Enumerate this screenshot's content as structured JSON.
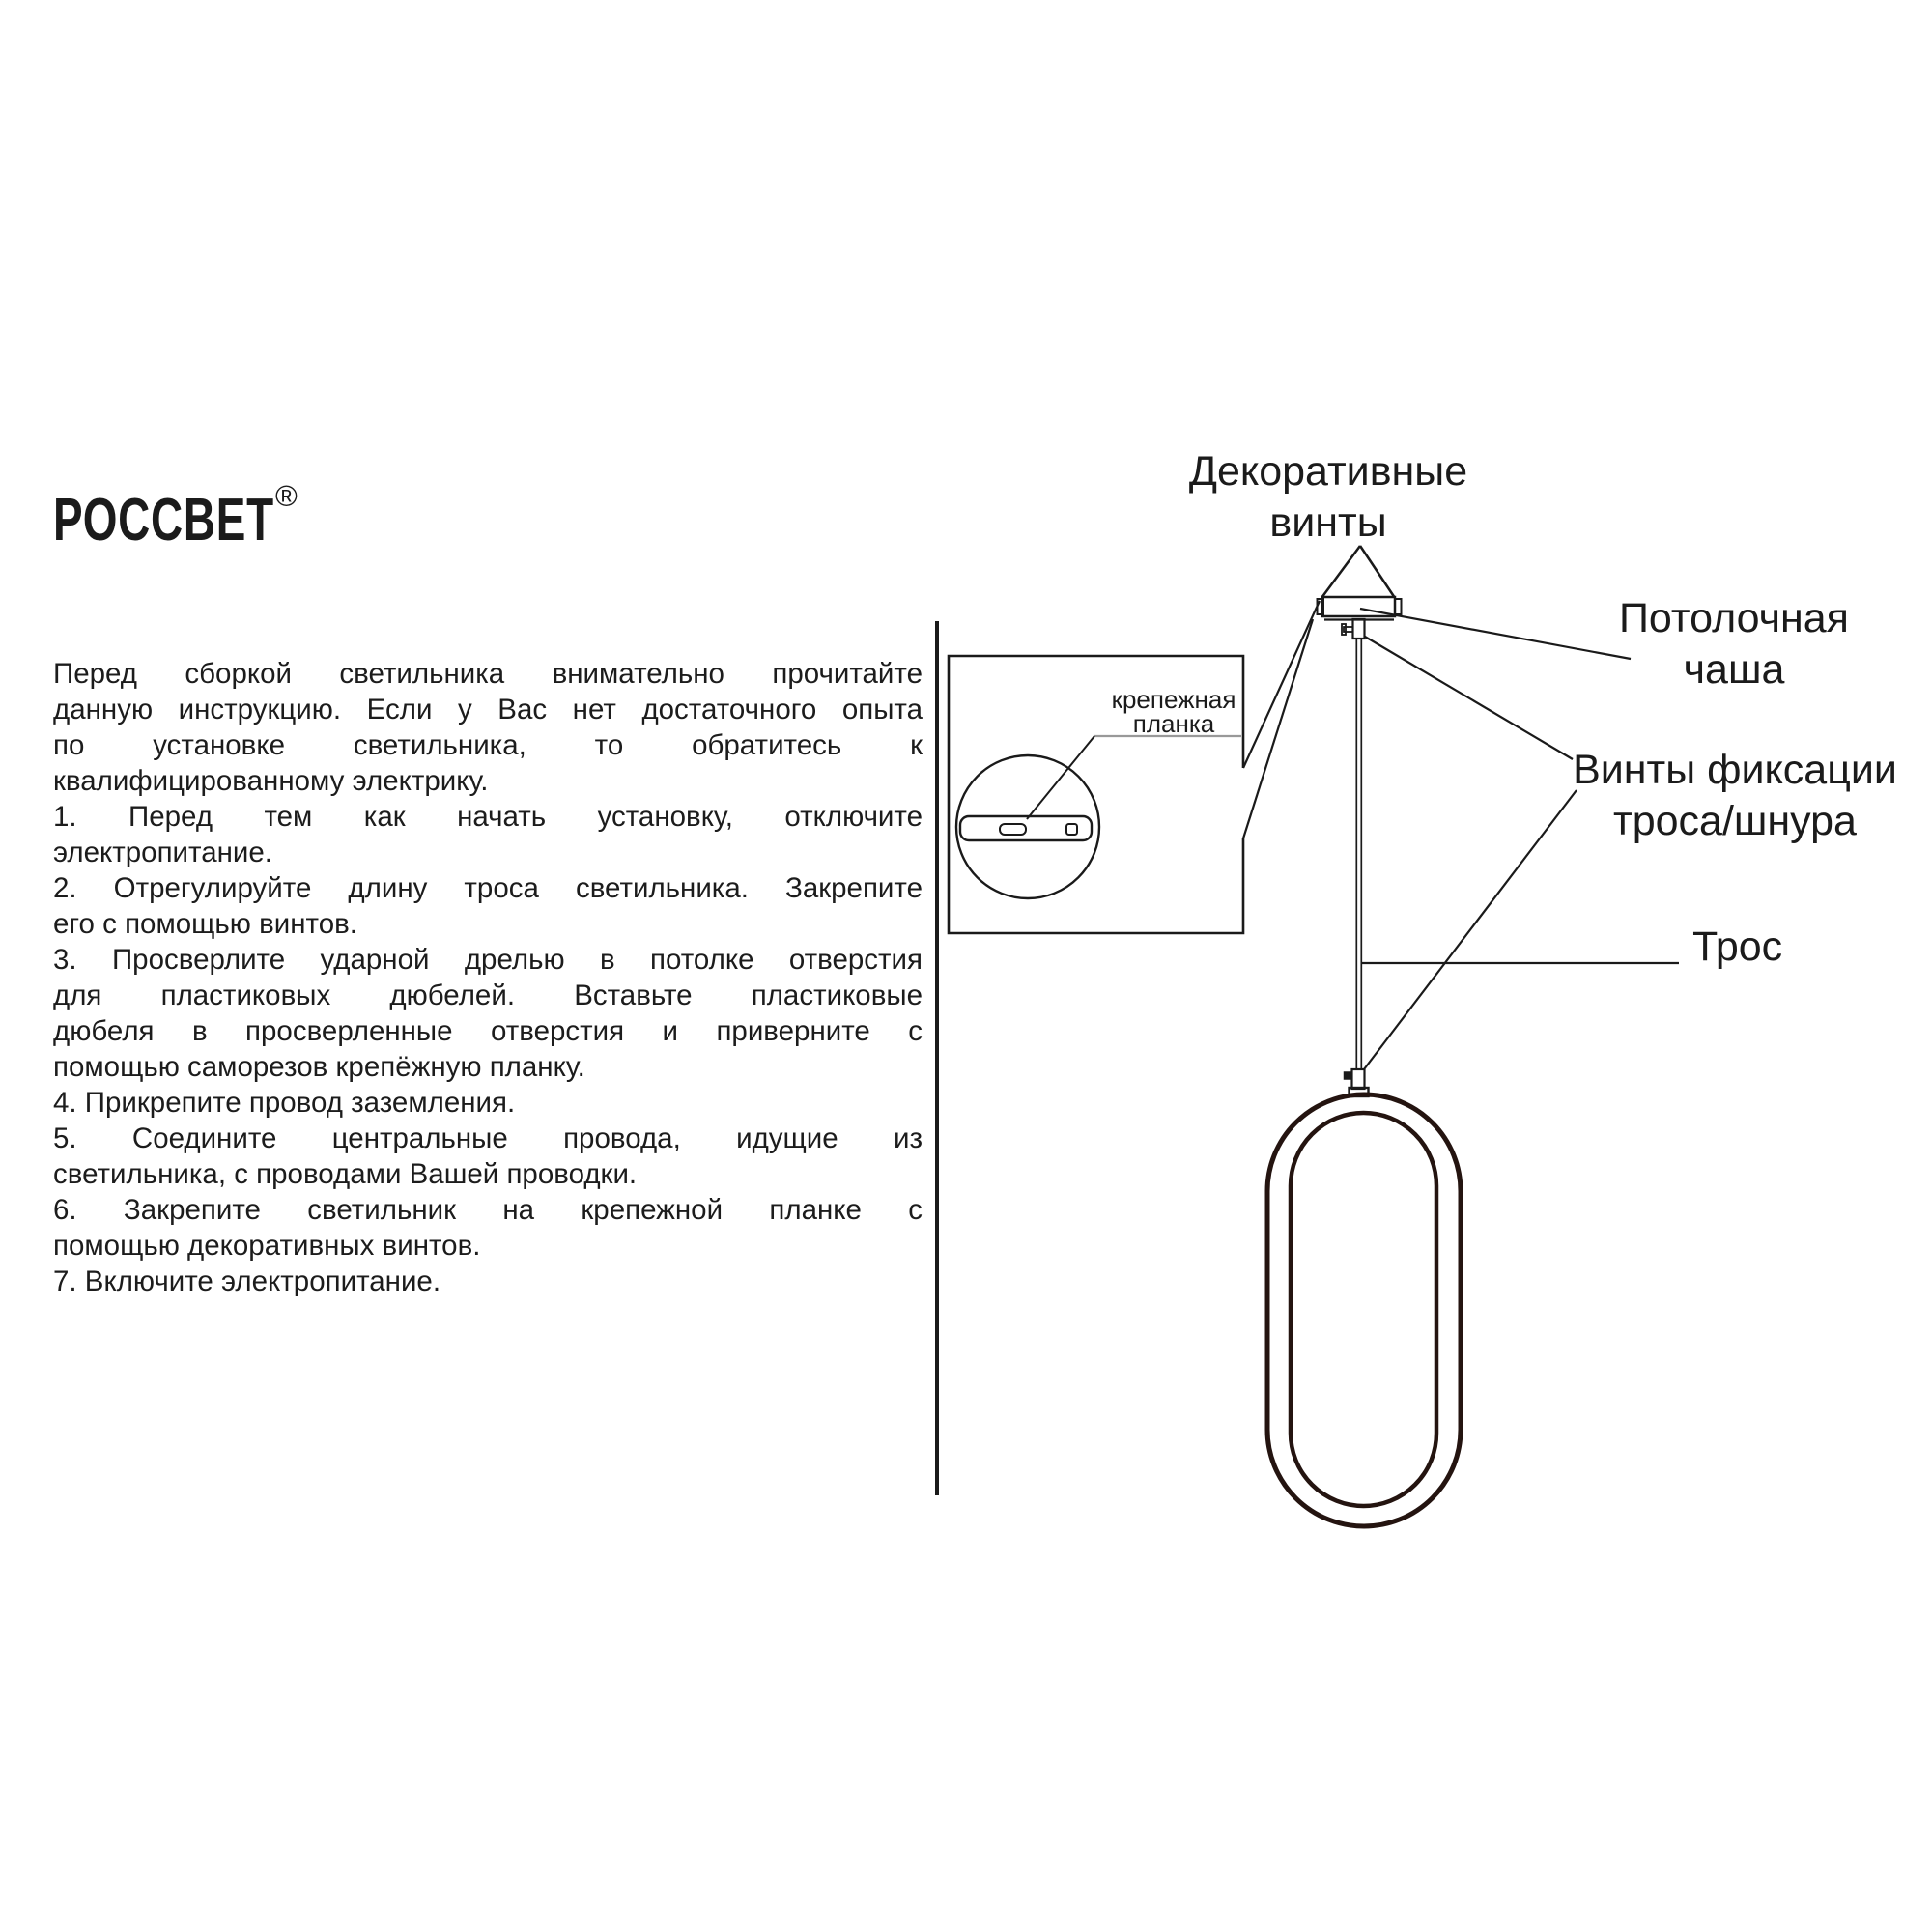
{
  "logo": {
    "brand": "РОССВЕТ",
    "registered_mark": "®"
  },
  "instructions": {
    "lines": [
      {
        "text": "Перед сборкой светильника внимательно прочитайте",
        "justify": true
      },
      {
        "text": "данную инструкцию. Если у Вас нет достаточного опыта",
        "justify": true
      },
      {
        "text": "по установке светильника, то обратитесь к",
        "justify": true
      },
      {
        "text": "квалифицированному электрику.",
        "justify": false
      },
      {
        "text": "1. Перед тем как начать установку, отключите",
        "justify": true
      },
      {
        "text": "электропитание.",
        "justify": false
      },
      {
        "text": "2. Отрегулируйте длину троса светильника. Закрепите",
        "justify": true
      },
      {
        "text": "его с помощью винтов.",
        "justify": false
      },
      {
        "text": "3. Просверлите ударной дрелью в потолке отверстия",
        "justify": true
      },
      {
        "text": "для пластиковых дюбелей. Вставьте пластиковые",
        "justify": true
      },
      {
        "text": "дюбеля в просверленные отверстия и приверните с",
        "justify": true
      },
      {
        "text": "помощью саморезов крепёжную планку.",
        "justify": false
      },
      {
        "text": "4. Прикрепите провод заземления.",
        "justify": false
      },
      {
        "text": "5. Соедините центральные провода, идущие из",
        "justify": true
      },
      {
        "text": "светильника, с проводами Вашей проводки.",
        "justify": false
      },
      {
        "text": "6. Закрепите светильник на крепежной планке с",
        "justify": true
      },
      {
        "text": "помощью декоративных винтов.",
        "justify": false
      },
      {
        "text": "7. Включите электропитание.",
        "justify": false
      }
    ]
  },
  "diagram": {
    "labels": {
      "decorative_screws": "Декоративные\nвинты",
      "ceiling_cup": "Потолочная\nчаша",
      "fixing_screws": "Винты фиксации\nтроса/шнура",
      "cable": "Трос",
      "mounting_bar": "крепежная\nпланка"
    },
    "colors": {
      "line": "#1a1a1a",
      "lamp_ring": "#241410",
      "leader_gray": "#999999"
    }
  }
}
